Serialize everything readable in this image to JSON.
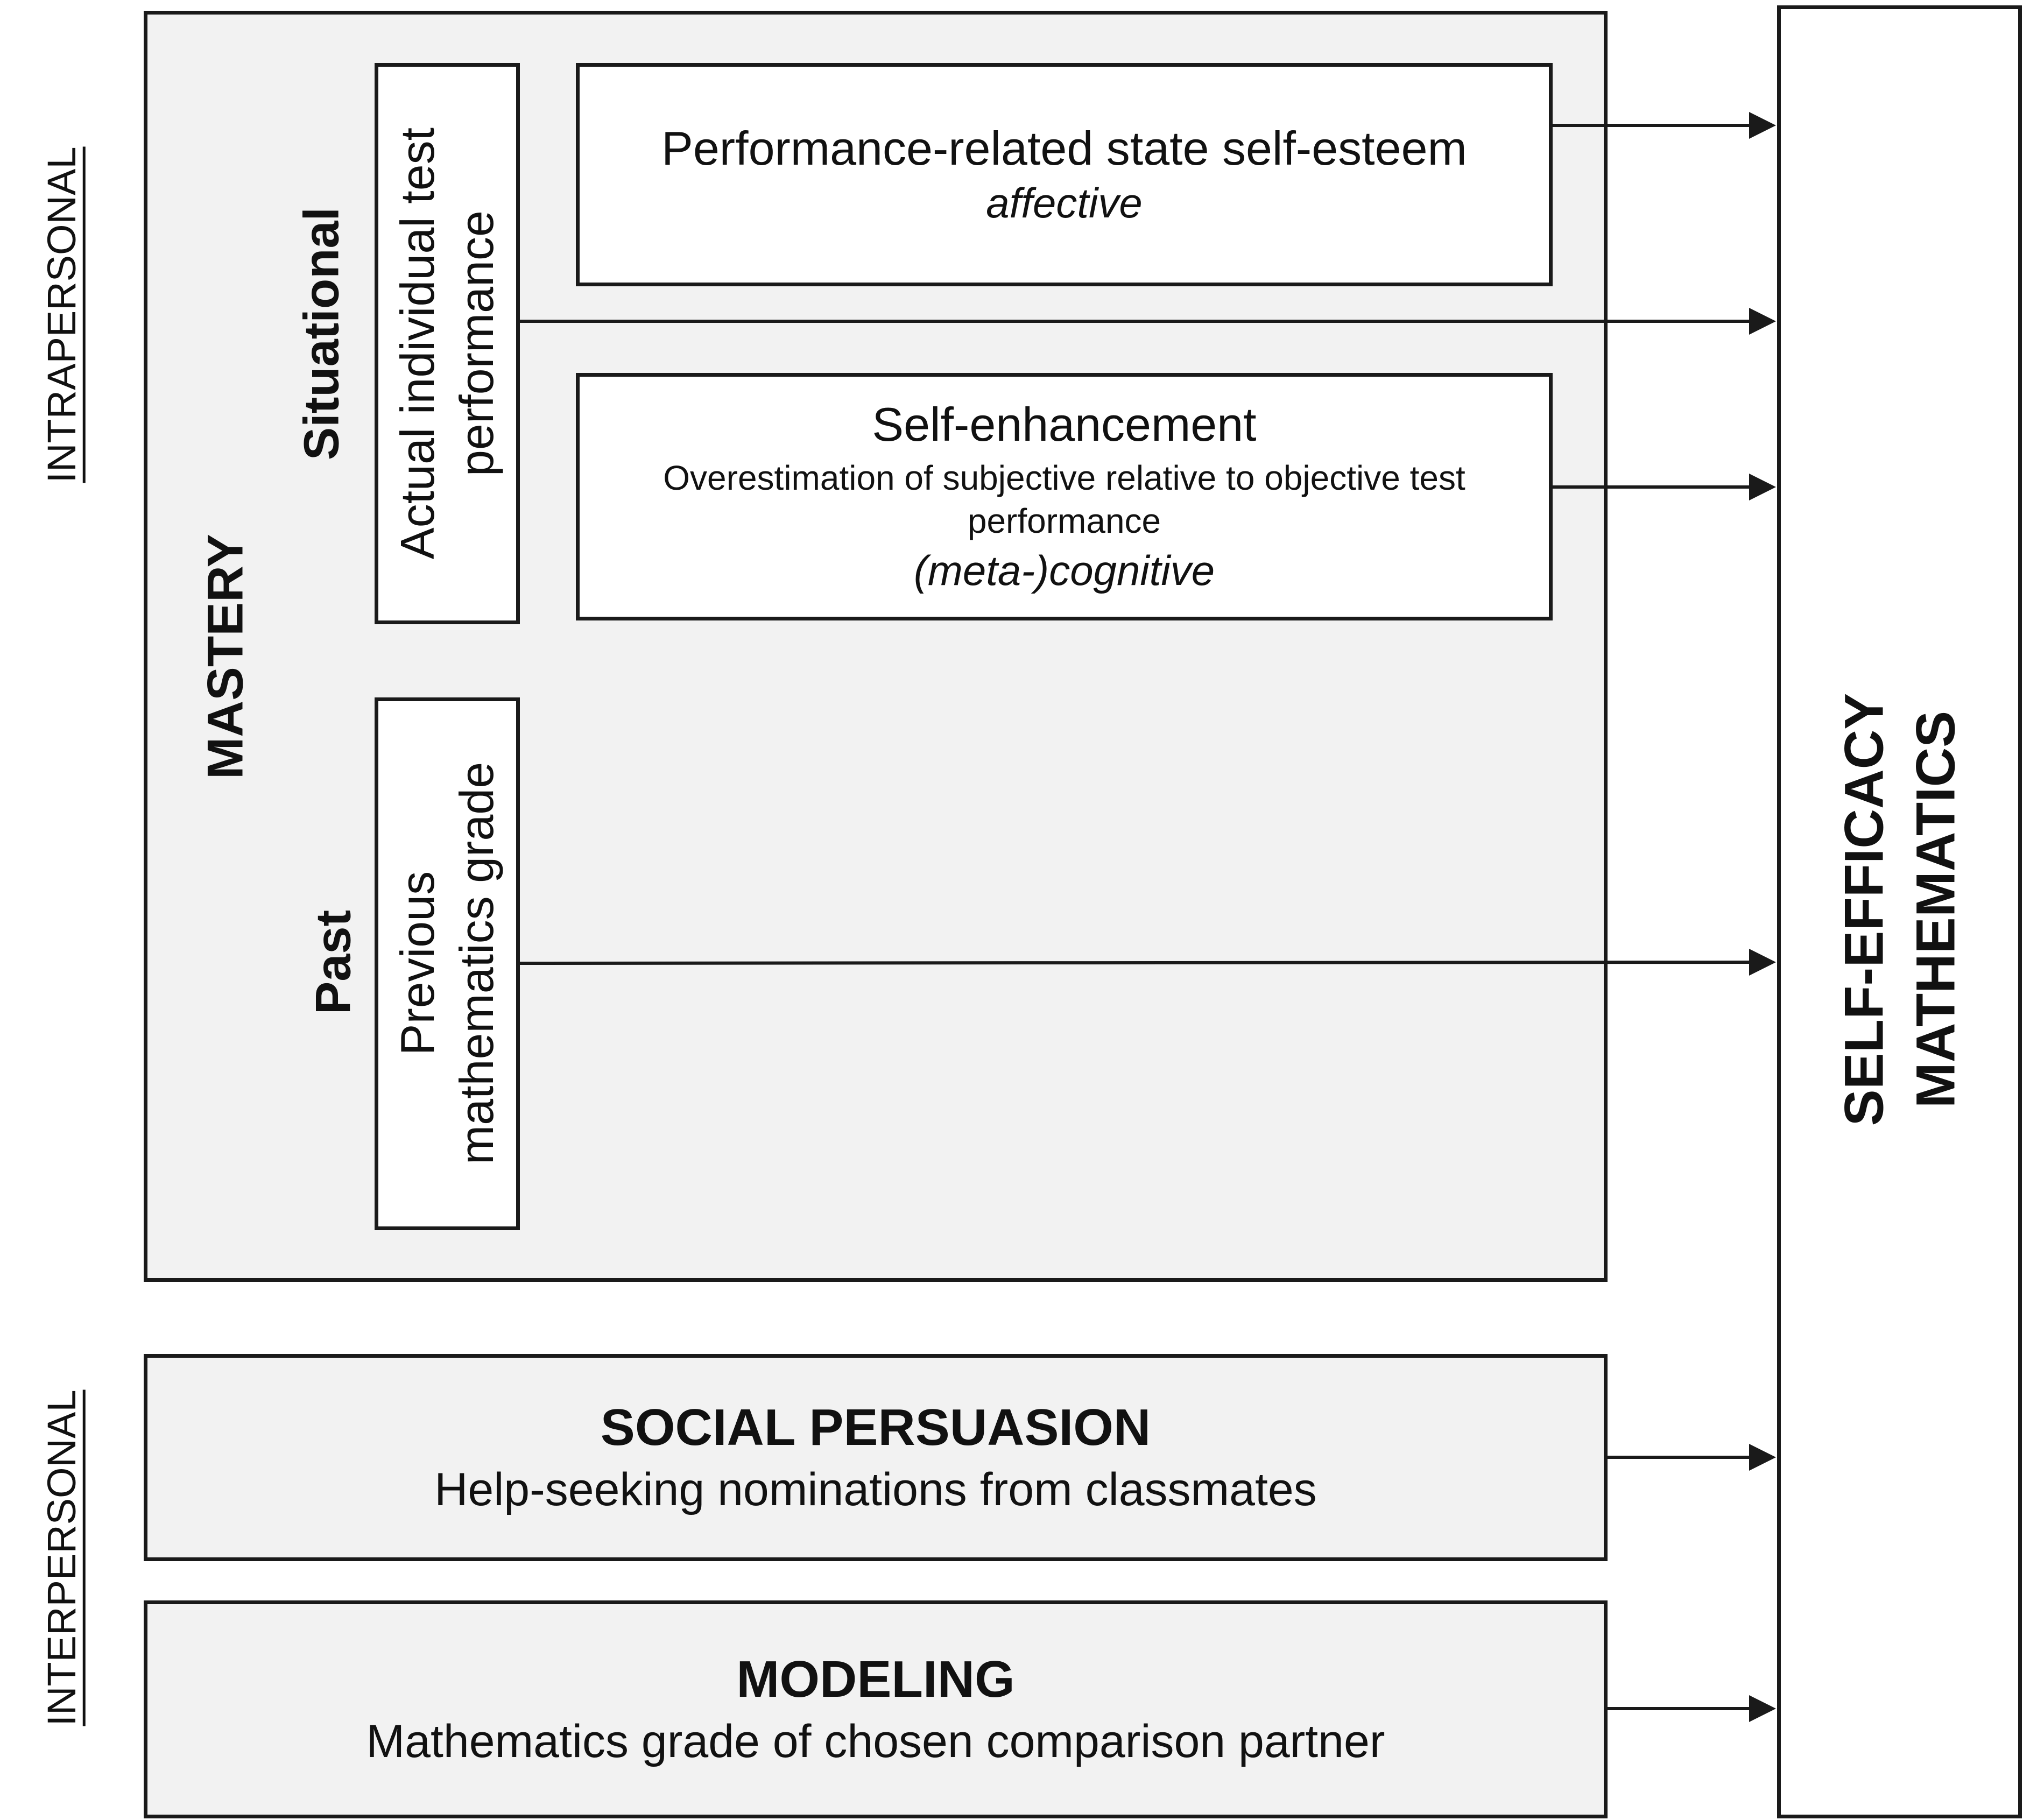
{
  "diagram": {
    "side_labels": {
      "intrapersonal": "INTRAPERSONAL",
      "interpersonal": "INTERPERSONAL"
    },
    "mastery": {
      "label": "MASTERY",
      "situational_label": "Situational",
      "past_label": "Past",
      "actual_performance": "Actual individual test performance",
      "previous_grade": "Previous mathematics grade",
      "state_self_esteem": {
        "title": "Performance-related state self-esteem",
        "type": "affective"
      },
      "self_enhancement": {
        "title": "Self-enhancement",
        "description": "Overestimation of subjective relative to objective test performance",
        "type": "(meta-)cognitive"
      }
    },
    "social_persuasion": {
      "title": "SOCIAL PERSUASION",
      "description": "Help-seeking nominations from classmates"
    },
    "modeling": {
      "title": "MODELING",
      "description": "Mathematics grade of chosen comparison partner"
    },
    "outcome": {
      "label": "SELF-EFFICACY MATHEMATICS"
    },
    "colors": {
      "box_fill": "#f2f2f2",
      "stroke": "#1a1a1a"
    }
  }
}
